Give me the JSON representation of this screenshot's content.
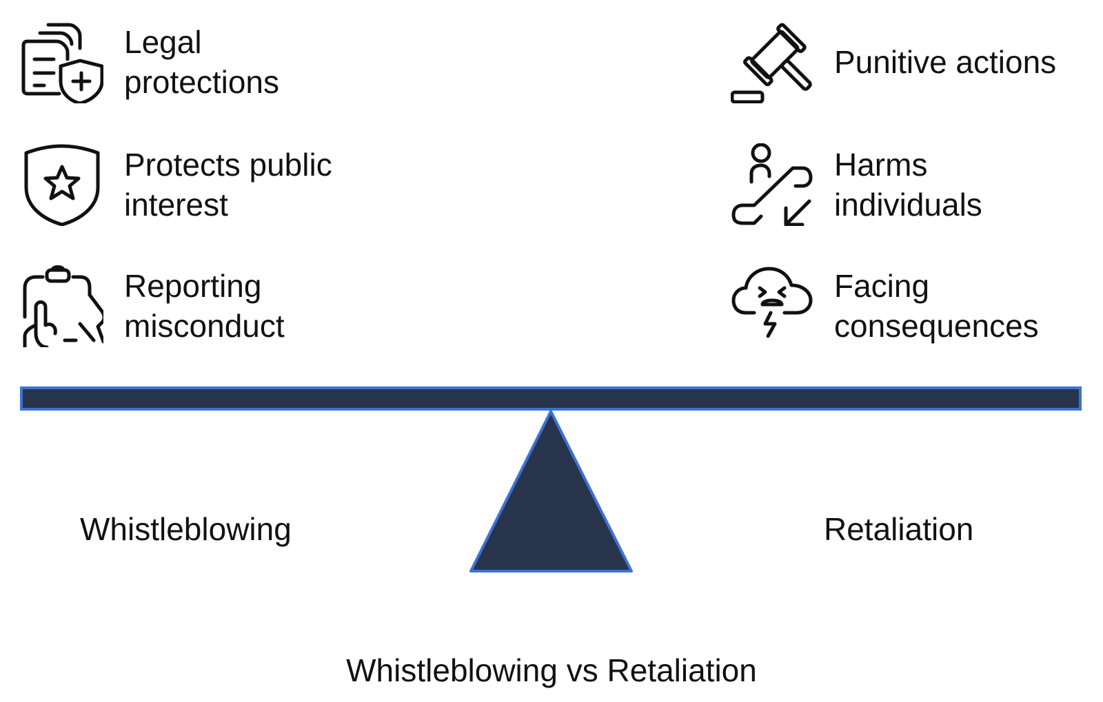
{
  "left": {
    "label": "Whistleblowing",
    "items": [
      {
        "icon": "document-shield-plus-icon",
        "text": "Legal\nprotections"
      },
      {
        "icon": "shield-star-icon",
        "text": "Protects public\ninterest"
      },
      {
        "icon": "clipboard-hand-icon",
        "text": "Reporting\nmisconduct"
      }
    ]
  },
  "right": {
    "label": "Retaliation",
    "items": [
      {
        "icon": "gavel-icon",
        "text": "Punitive actions"
      },
      {
        "icon": "person-escalator-down-icon",
        "text": "Harms\nindividuals"
      },
      {
        "icon": "angry-storm-cloud-icon",
        "text": "Facing\nconsequences"
      }
    ]
  },
  "title": "Whistleblowing vs Retaliation",
  "colors": {
    "beam_fill": "#27344b",
    "beam_stroke": "#3b73d6",
    "text": "#111111"
  }
}
